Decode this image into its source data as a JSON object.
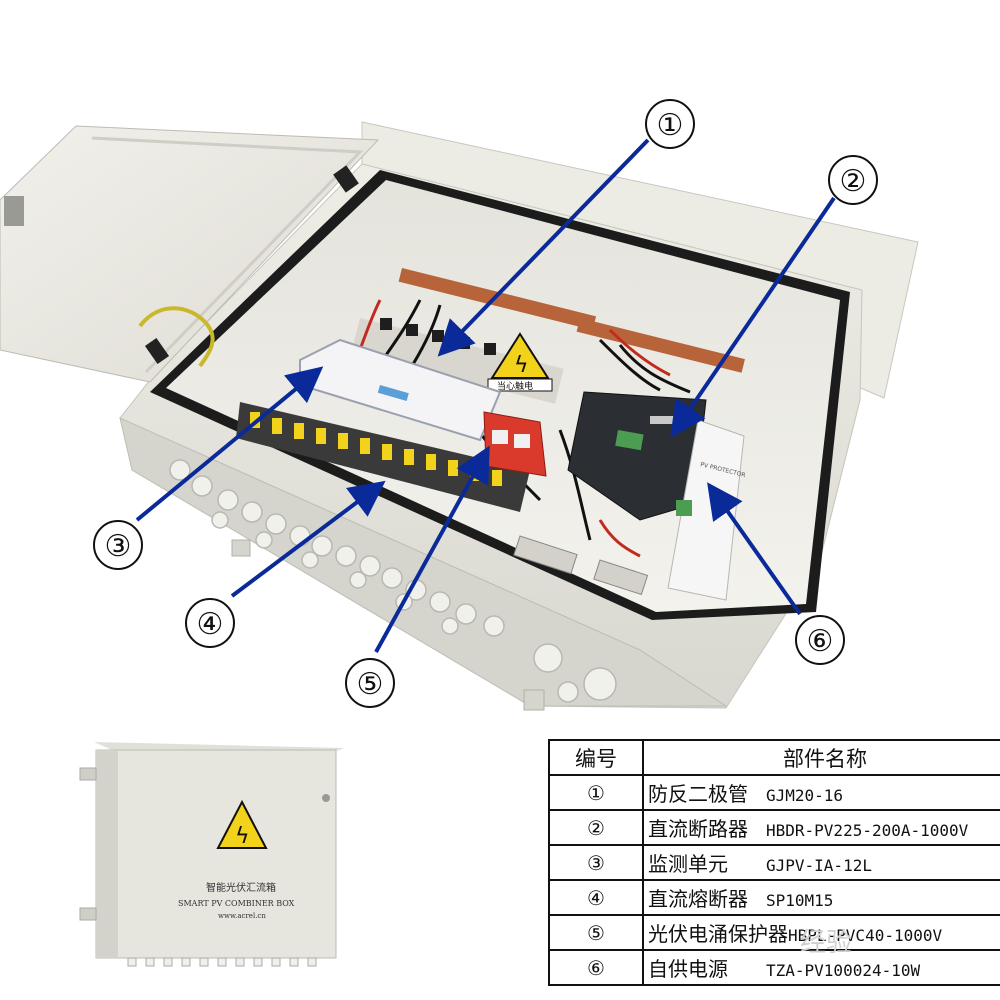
{
  "callouts": [
    {
      "label": "①"
    },
    {
      "label": "②"
    },
    {
      "label": "③"
    },
    {
      "label": "④"
    },
    {
      "label": "⑤"
    },
    {
      "label": "⑥"
    }
  ],
  "small_box": {
    "title": "智能光伏汇流箱",
    "subtitle": "SMART PV COMBINER BOX",
    "website": "www.acrel.cn"
  },
  "device_labels": {
    "warning_sign": "当心触电",
    "spd_label": "PV PROTECTOR"
  },
  "table": {
    "headers": [
      "编号",
      "部件名称"
    ],
    "rows": [
      {
        "no": "①",
        "name": "防反二极管",
        "model": "GJM20-16"
      },
      {
        "no": "②",
        "name": "直流断路器",
        "model": "HBDR-PV225-200A-1000V"
      },
      {
        "no": "③",
        "name": "监测单元",
        "model": "GJPV-IA-12L"
      },
      {
        "no": "④",
        "name": "直流熔断器",
        "model": "SP10M15"
      },
      {
        "no": "⑤",
        "name": "光伏电涌保护器",
        "model": "HBPL-PVC40-1000V"
      },
      {
        "no": "⑥",
        "name": "自供电源",
        "model": "TZA-PV100024-10W"
      }
    ]
  },
  "watermark": "经验",
  "colors": {
    "enclosure": "#e9e8e1",
    "arrow": "#0a2a9a",
    "breaker": "#2b2f33",
    "spd": "#d93a2b",
    "terminal_yellow": "#f2d21b"
  }
}
